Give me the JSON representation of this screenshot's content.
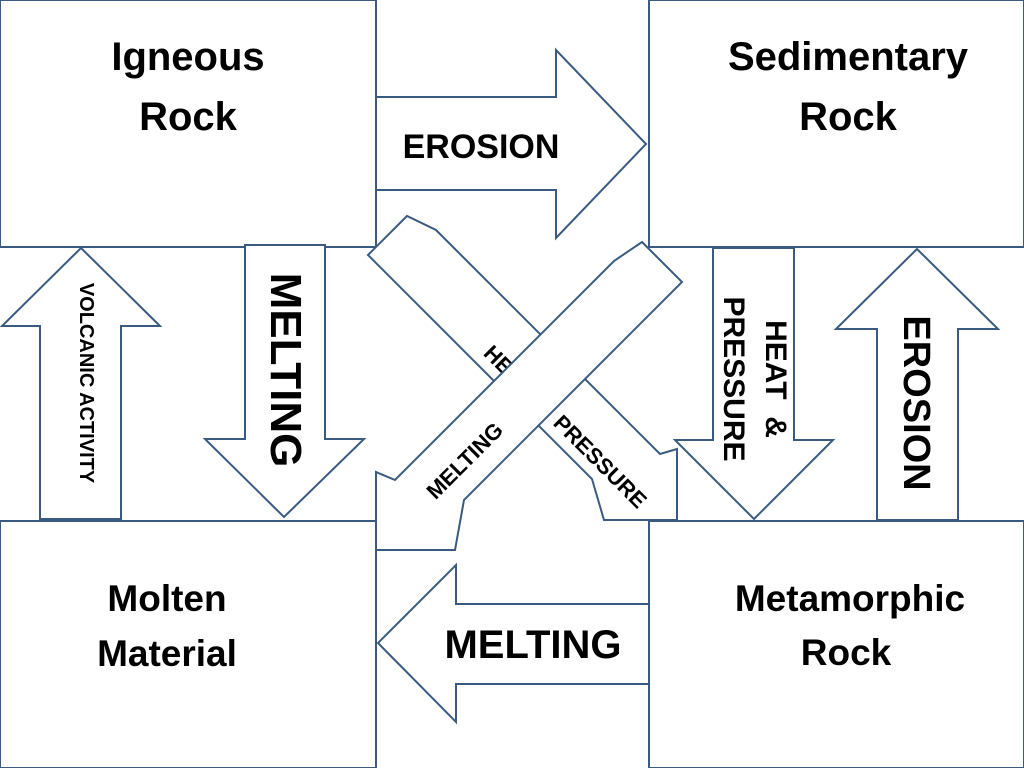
{
  "colors": {
    "outline": "#3a5a80",
    "fill": "#ffffff",
    "text": "#000000"
  },
  "boxes": {
    "igneous": {
      "line1": "Igneous",
      "line2": "Rock"
    },
    "sedimentary": {
      "line1": "Sedimentary",
      "line2": "Rock"
    },
    "molten": {
      "line1": "Molten",
      "line2": "Material"
    },
    "metamorphic": {
      "line1": "Metamorphic",
      "line2": "Rock"
    }
  },
  "arrows": {
    "erosion_top": "EROSION",
    "melting_bottom": "MELTING",
    "volcanic_activity": "VOLCANIC ACTIVITY",
    "melting_left": "MELTING",
    "heat_pressure_right_line1": "HEAT  &",
    "heat_pressure_right_line2": "PRESSURE",
    "erosion_right": "EROSION",
    "heat_pressure_diagonal": "HEAT  &  PRESSURE",
    "melting_diagonal": "MELTING"
  }
}
